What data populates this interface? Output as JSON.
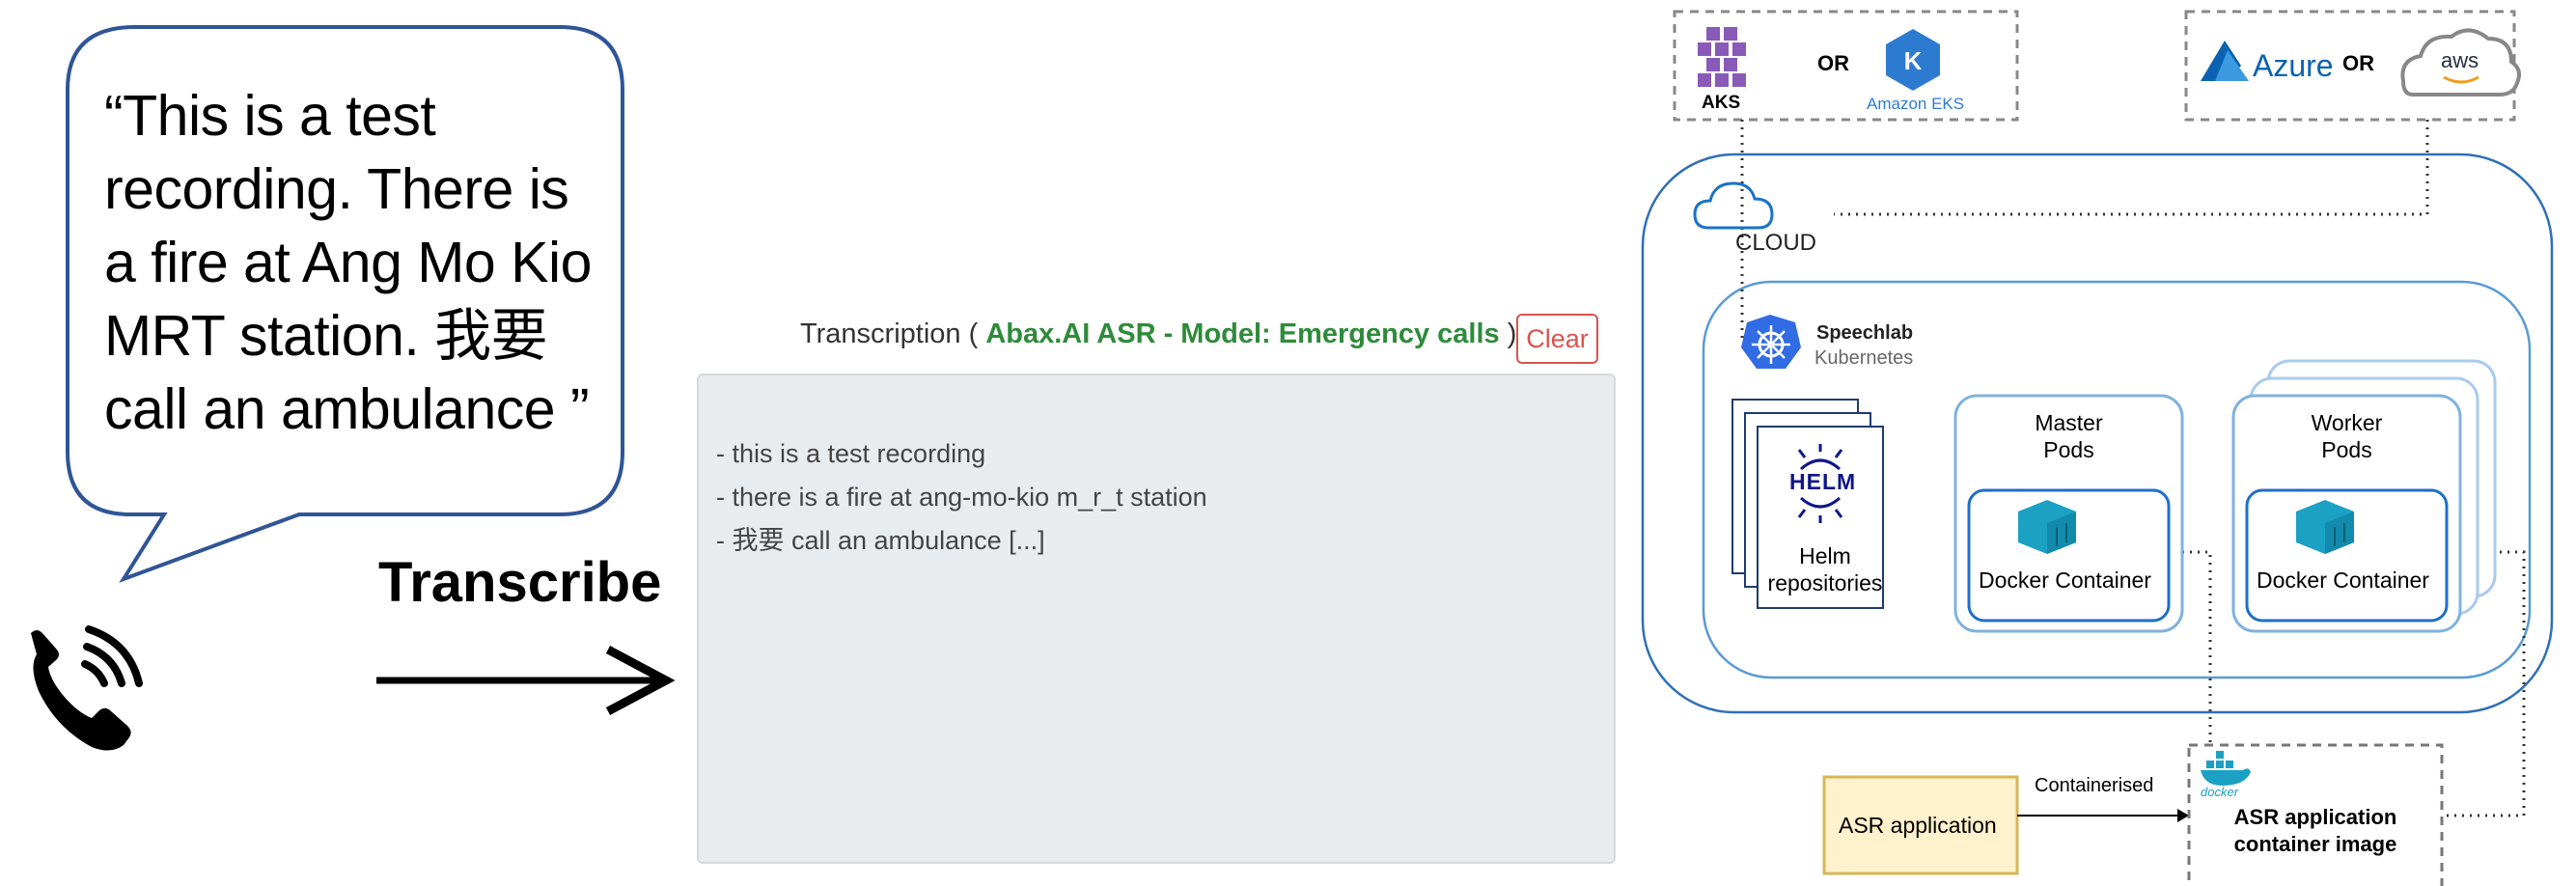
{
  "bubble": {
    "lines": [
      "“This is a test",
      "recording. There  is",
      "a fire at Ang Mo Kio",
      "MRT station. 我要",
      "call an ambulance ”"
    ]
  },
  "transcribe_label": "Transcribe",
  "transcription": {
    "header_prefix": "Transcription (",
    "model_text": "Abax.AI ASR - Model: Emergency calls",
    "header_suffix": ")",
    "clear_label": "Clear",
    "lines": [
      "- this is a test recording",
      "- there is a fire at ang-mo-kio m_r_t station",
      "- 我要 call an ambulance [...]"
    ]
  },
  "architecture": {
    "k8s_providers": {
      "aks_label": "AKS",
      "or_label": "OR",
      "eks_label": "Amazon EKS"
    },
    "cloud_providers": {
      "azure_label": "Azure",
      "or_label": "OR",
      "aws_label": "aws"
    },
    "cloud_label": "CLOUD",
    "speechlab": {
      "title": "Speechlab",
      "subtitle": "Kubernetes"
    },
    "helm": {
      "logo_text": "HELM",
      "label_line1": "Helm",
      "label_line2": "repositories"
    },
    "master_pods": {
      "line1": "Master",
      "line2": "Pods",
      "container_label": "Docker Container"
    },
    "worker_pods": {
      "line1": "Worker",
      "line2": "Pods",
      "container_label": "Docker Container"
    },
    "asr_app_label": "ASR application",
    "containerised_label": "Containerised",
    "docker_logo_text": "docker",
    "image_label_line1": "ASR application",
    "image_label_line2": "container image",
    "colors": {
      "blue_border": "#2f6fb6",
      "light_blue_border": "#7fb2df",
      "asr_fill": "#fff2cc",
      "asr_border": "#d6b656",
      "green_text": "#2e8b3a",
      "clear_red": "#d9534f",
      "k8s_blue": "#326ce5",
      "aks_purple": "#8a5ab8",
      "docker_teal": "#1ba1c4"
    }
  }
}
